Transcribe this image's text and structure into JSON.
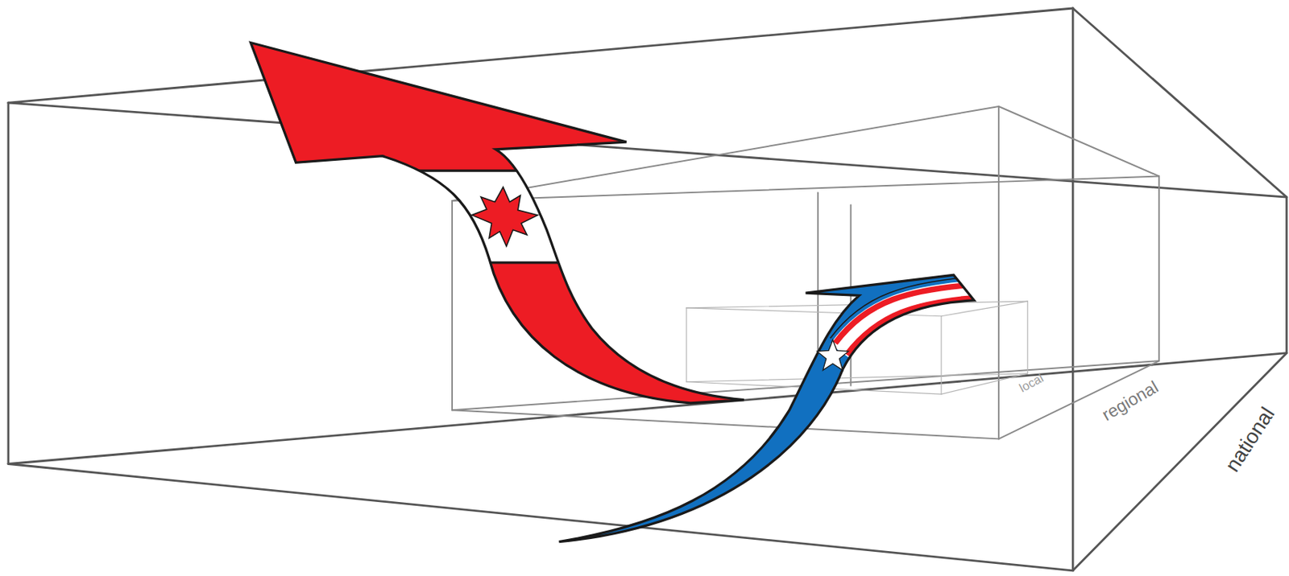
{
  "diagram": {
    "nodes": [
      {
        "text": [
          "national"
        ]
      },
      {
        "text": [
          "regional"
        ],
        "in": 0
      },
      {
        "text": [
          "local"
        ],
        "in": 1
      }
    ]
  }
}
